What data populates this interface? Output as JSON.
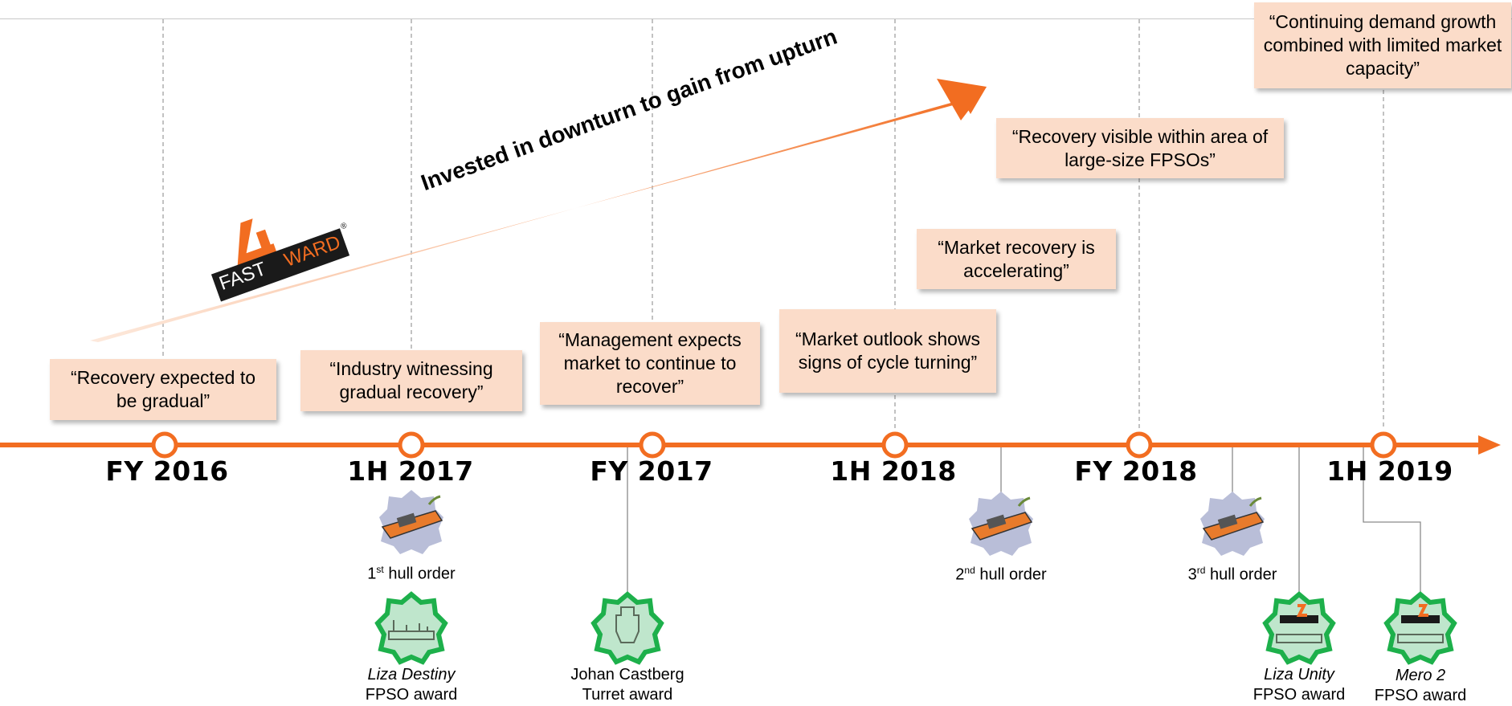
{
  "banner": {
    "text": "Invested in downturn to gain from upturn"
  },
  "logo": {
    "part1": "FAST",
    "part2": "WARD",
    "reg": "®"
  },
  "timeline": {
    "periods": [
      "FY 2016",
      "1H 2017",
      "FY 2017",
      "1H 2018",
      "FY 2018",
      "1H 2019"
    ]
  },
  "quotes": [
    "“Recovery expected to be gradual”",
    "“Industry witnessing gradual recovery”",
    "“Management expects market to continue to recover”",
    "“Market outlook shows signs of cycle turning”",
    "“Market recovery is accelerating”",
    "“Recovery visible within area of large-size FPSOs”",
    "“Continuing demand growth combined with limited market capacity”"
  ],
  "hull_orders": [
    {
      "num": "1",
      "suffix": "st",
      "text": " hull order"
    },
    {
      "num": "2",
      "suffix": "nd",
      "text": " hull order"
    },
    {
      "num": "3",
      "suffix": "rd",
      "text": " hull order"
    }
  ],
  "awards": [
    {
      "name": "Liza Destiny",
      "italic": true,
      "line2": "FPSO award"
    },
    {
      "name": "Johan Castberg",
      "italic": false,
      "line2": "Turret award"
    },
    {
      "name": "Liza Unity",
      "italic": true,
      "line2": "FPSO award"
    },
    {
      "name": "Mero 2",
      "italic": true,
      "line2": "FPSO award"
    }
  ],
  "colors": {
    "accent": "#f26d21",
    "quote_bg": "#fbdcc9",
    "award_green": "#1db04b",
    "award_fill": "#bfe6cc",
    "hull_bg": "#b9bed8"
  }
}
